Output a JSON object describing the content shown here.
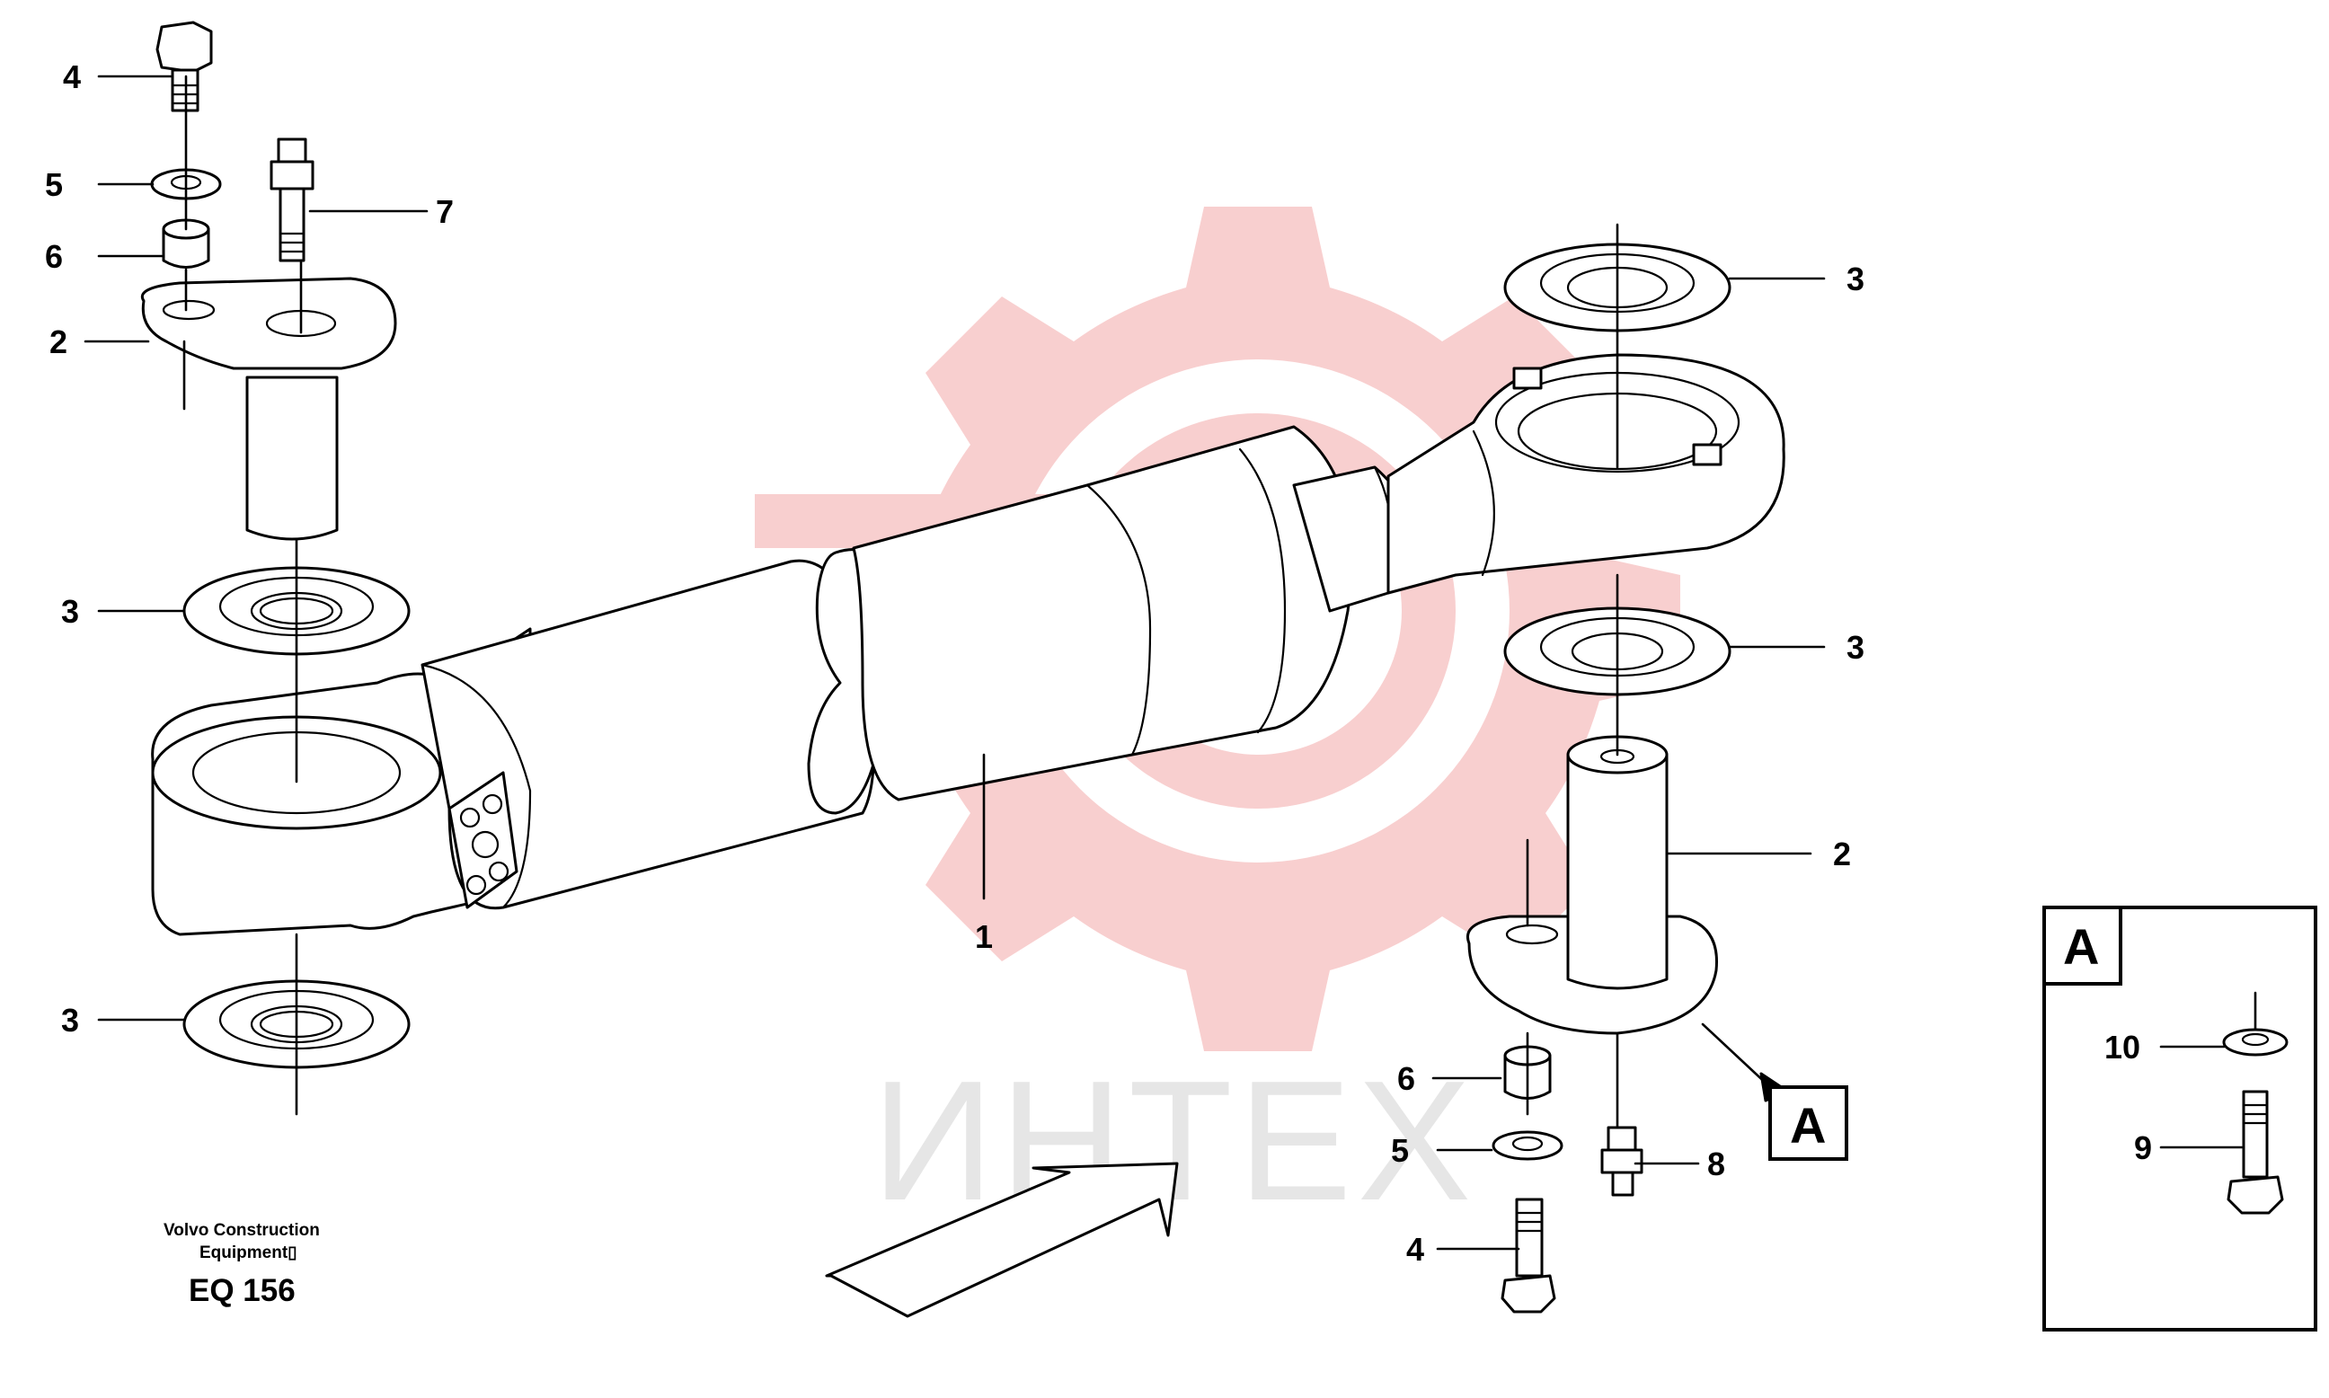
{
  "callouts": {
    "c4_top": "4",
    "c5_top": "5",
    "c6_top": "6",
    "c7": "7",
    "c2_left": "2",
    "c3_upper_left": "3",
    "c3_lower_left": "3",
    "c3_top_right": "3",
    "c3_mid_right": "3",
    "c2_right": "2",
    "c1": "1",
    "c6_bottom": "6",
    "c5_bottom": "5",
    "c4_bottom": "4",
    "c8": "8",
    "c10": "10",
    "c9": "9"
  },
  "detail_label": "A",
  "detail_box_label": "A",
  "caption": {
    "line1": "Volvo Construction",
    "line2": "Equipment▯",
    "code": "EQ 156"
  },
  "watermark": {
    "text": "ИНТЕХ",
    "color": "#f4c4c4"
  }
}
